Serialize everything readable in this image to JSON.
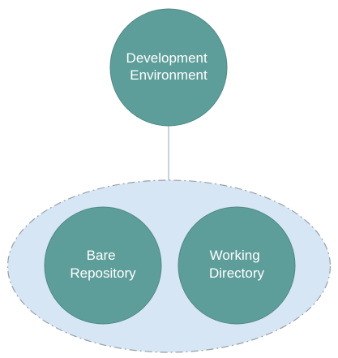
{
  "diagram": {
    "top_node": {
      "line1": "Development",
      "line2": "Environment"
    },
    "left_node": {
      "line1": "Bare",
      "line2": "Repository"
    },
    "right_node": {
      "line1": "Working",
      "line2": "Directory"
    }
  },
  "colors": {
    "node_fill": "#5e9e9a",
    "node_stroke": "#4f8985",
    "container_fill": "#d6e6f4",
    "container_stroke": "#9a9fa6",
    "connector": "#9fb7cf",
    "label_text": "#ffffff"
  }
}
